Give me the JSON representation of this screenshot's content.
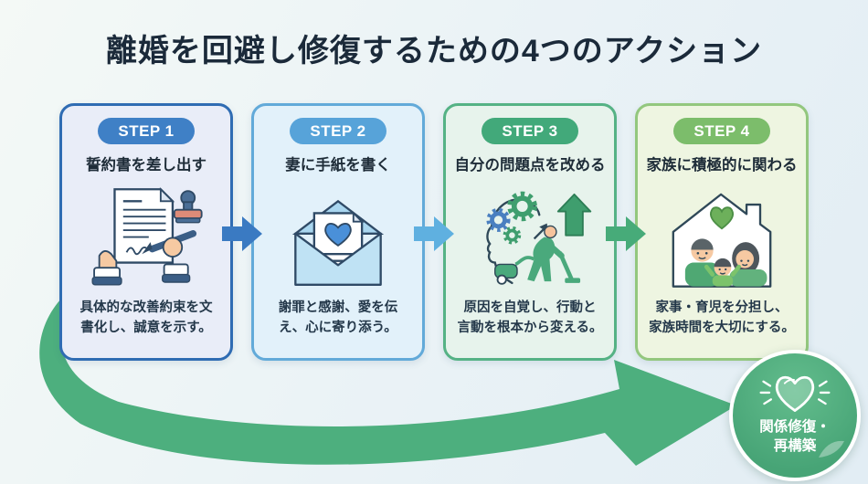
{
  "title": "離婚を回避し修復するための4つのアクション",
  "steps": [
    {
      "badge": "STEP 1",
      "title": "誓約書を差し出す",
      "description": "具体的な改善約束を文\n書化し、誠意を示す。",
      "icon": "pledge-document-signing-icon",
      "badge_color": "#3f80c6",
      "border_color": "#2f6cb3",
      "background_color": "#e9edf8"
    },
    {
      "badge": "STEP 2",
      "title": "妻に手紙を書く",
      "description": "謝罪と感謝、愛を伝\nえ、心に寄り添う。",
      "icon": "love-letter-envelope-icon",
      "badge_color": "#57a3d9",
      "border_color": "#62aad9",
      "background_color": "#e2f1fa"
    },
    {
      "badge": "STEP 3",
      "title": "自分の問題点を改める",
      "description": "原因を自覚し、行動と\n言動を根本から変える。",
      "icon": "self-improvement-gears-vacuum-icon",
      "badge_color": "#42a97a",
      "border_color": "#55b285",
      "background_color": "#e7f3ec"
    },
    {
      "badge": "STEP 4",
      "title": "家族に積極的に関わる",
      "description": "家事・育児を分担し、\n家族時間を大切にする。",
      "icon": "family-in-house-icon",
      "badge_color": "#7cbd6b",
      "border_color": "#93c77e",
      "background_color": "#eef5e1"
    }
  ],
  "connectors": {
    "arrow_1_color": "#3a7ac2",
    "arrow_2_color": "#5fb0e0",
    "arrow_3_color": "#47ab79",
    "swoosh_arrow_color": "#4daf7e"
  },
  "goal": {
    "label": "関係修復・\n再構築",
    "icon": "shining-heart-icon",
    "circle_color": "#4aa87a"
  },
  "colors": {
    "background_start": "#f4f9f6",
    "background_end": "#e2edf4",
    "title_text": "#1b2a3a"
  }
}
